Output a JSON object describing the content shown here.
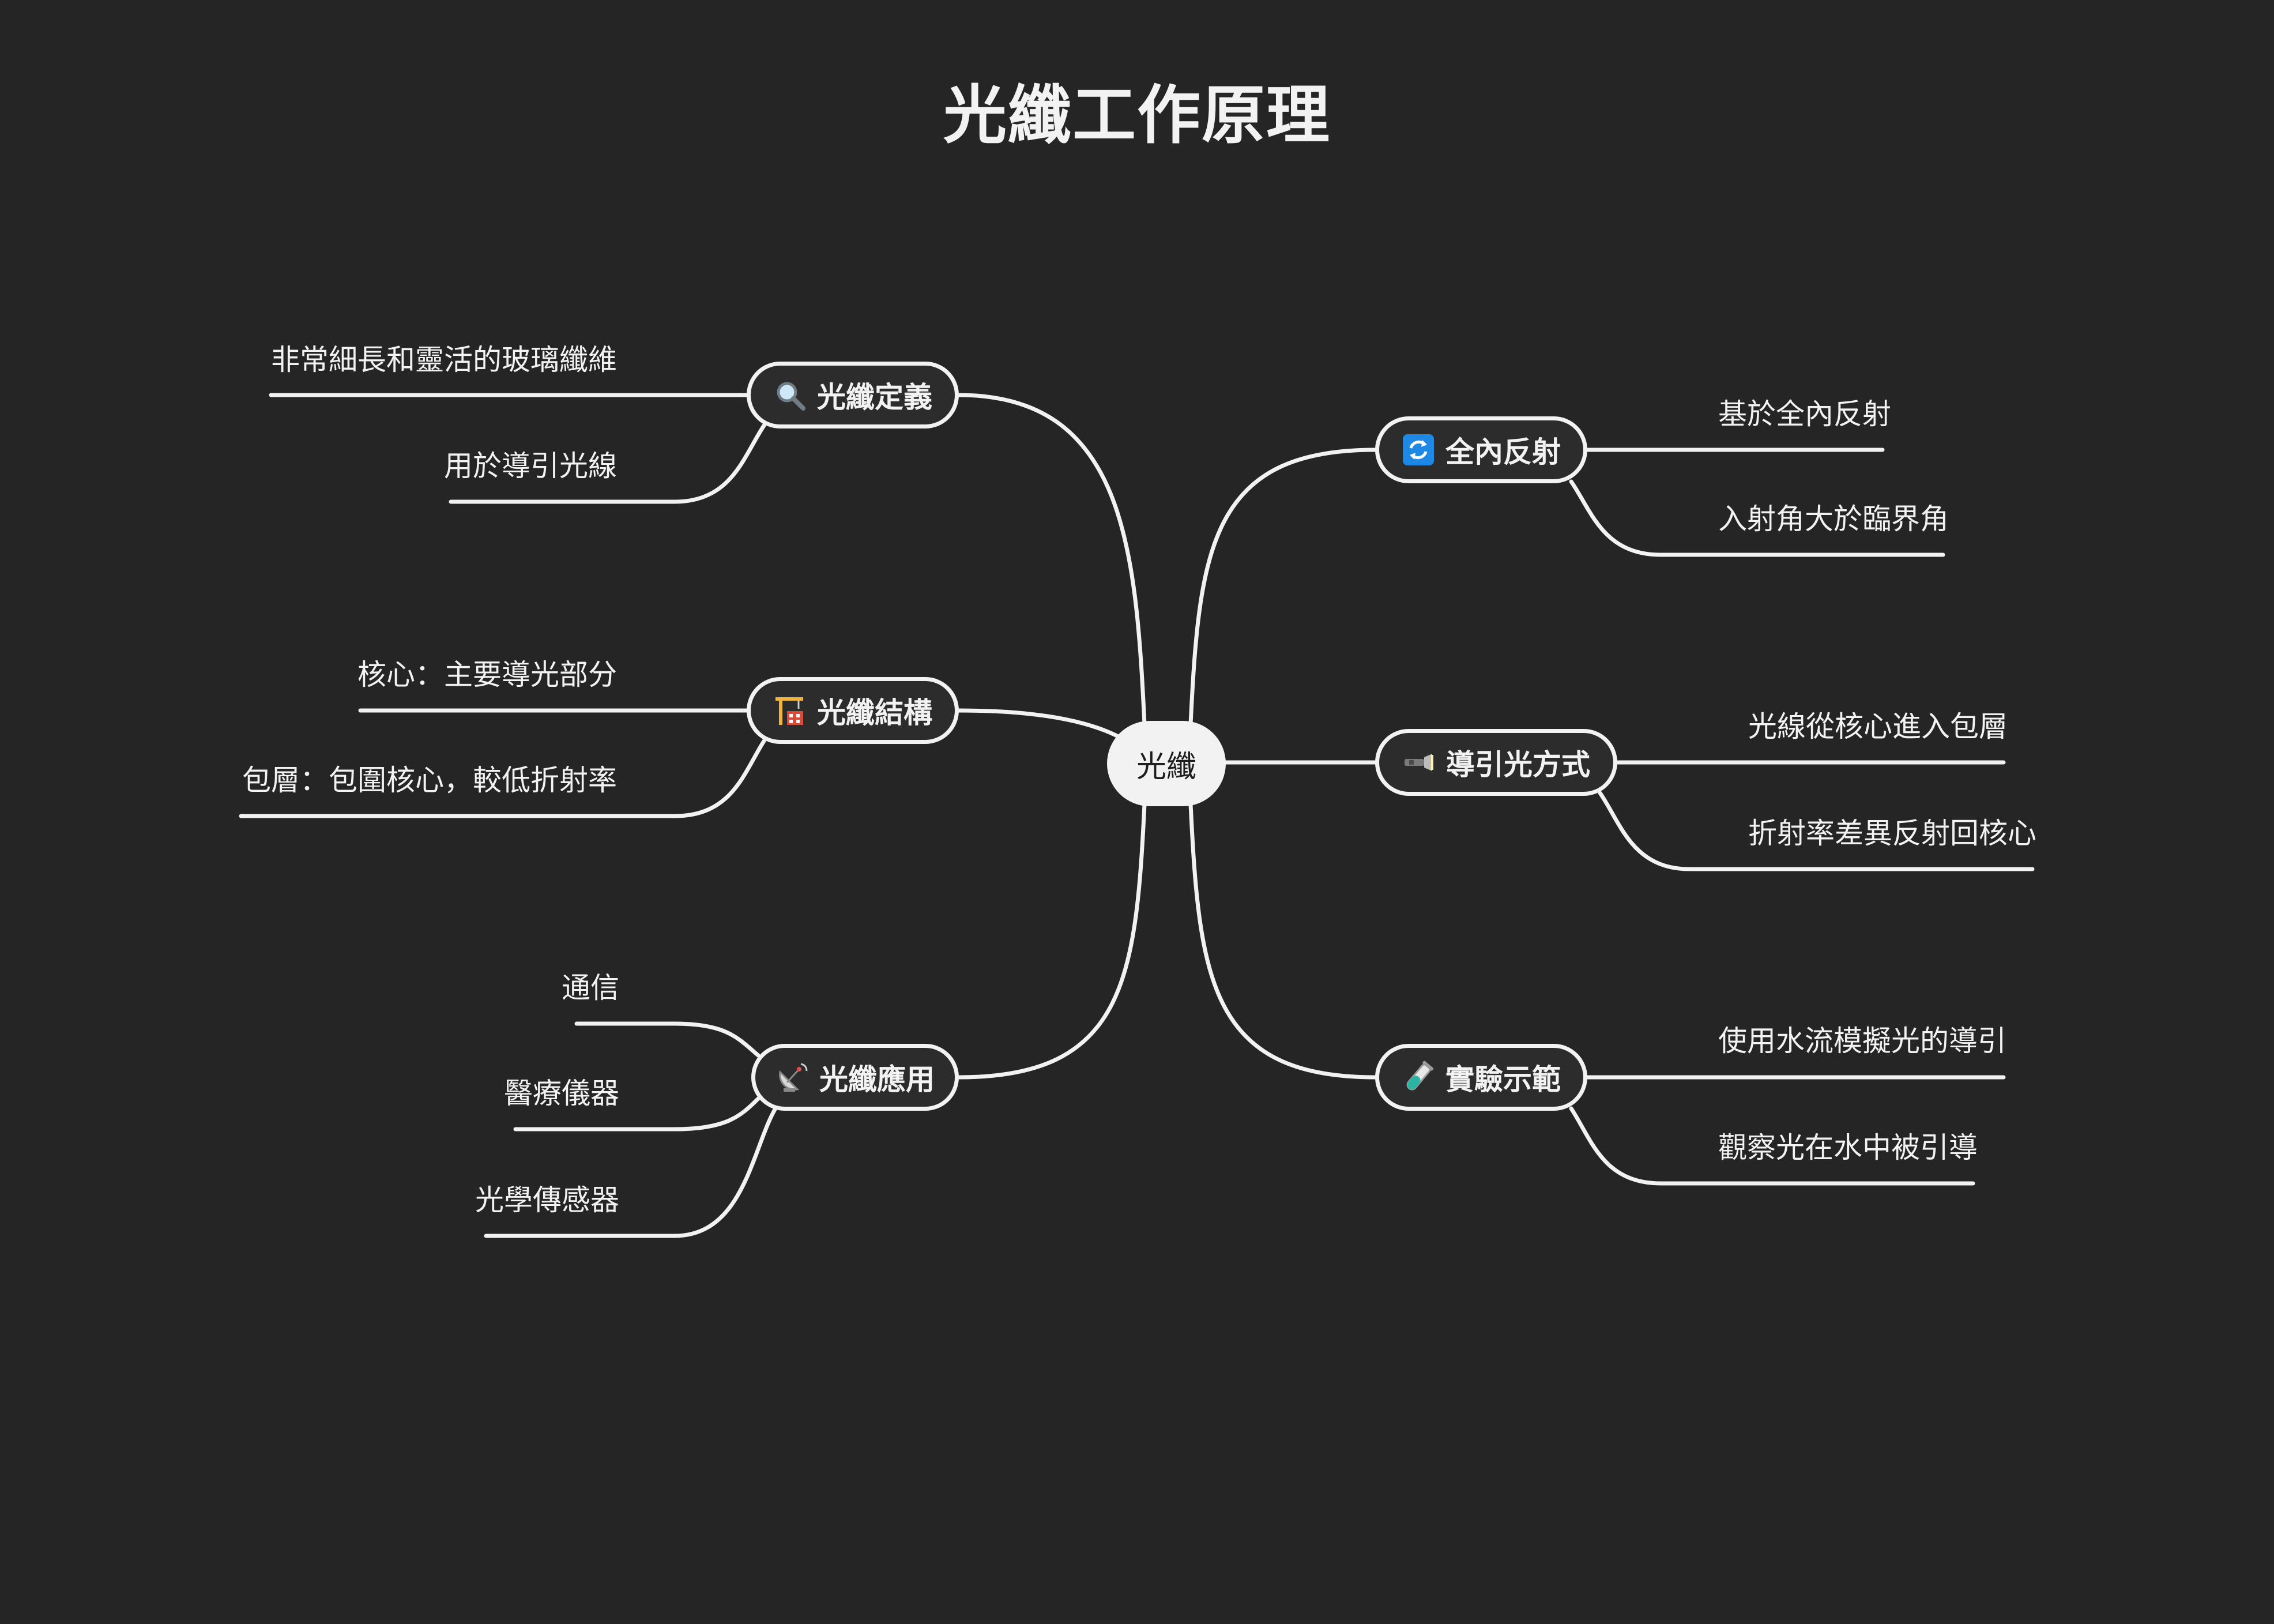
{
  "title": "光纖工作原理",
  "center": "光纖",
  "colors": {
    "background": "#252525",
    "line": "#f2f2f2",
    "center_fill": "#f2f2f2"
  },
  "branches": [
    {
      "label": "光纖定義",
      "icon": "magnifier-icon",
      "items": [
        "非常細長和靈活的玻璃纖維",
        "用於導引光線"
      ]
    },
    {
      "label": "光纖結構",
      "icon": "construction-crane-icon",
      "items": [
        "核心：主要導光部分",
        "包層：包圍核心，較低折射率"
      ]
    },
    {
      "label": "光纖應用",
      "icon": "satellite-dish-icon",
      "items": [
        "通信",
        "醫療儀器",
        "光學傳感器"
      ]
    },
    {
      "label": "全內反射",
      "icon": "refresh-arrows-icon",
      "items": [
        "基於全內反射",
        "入射角大於臨界角"
      ]
    },
    {
      "label": "導引光方式",
      "icon": "flashlight-icon",
      "items": [
        "光線從核心進入包層",
        "折射率差異反射回核心"
      ]
    },
    {
      "label": "實驗示範",
      "icon": "test-tube-icon",
      "items": [
        "使用水流模擬光的導引",
        "觀察光在水中被引導"
      ]
    }
  ]
}
